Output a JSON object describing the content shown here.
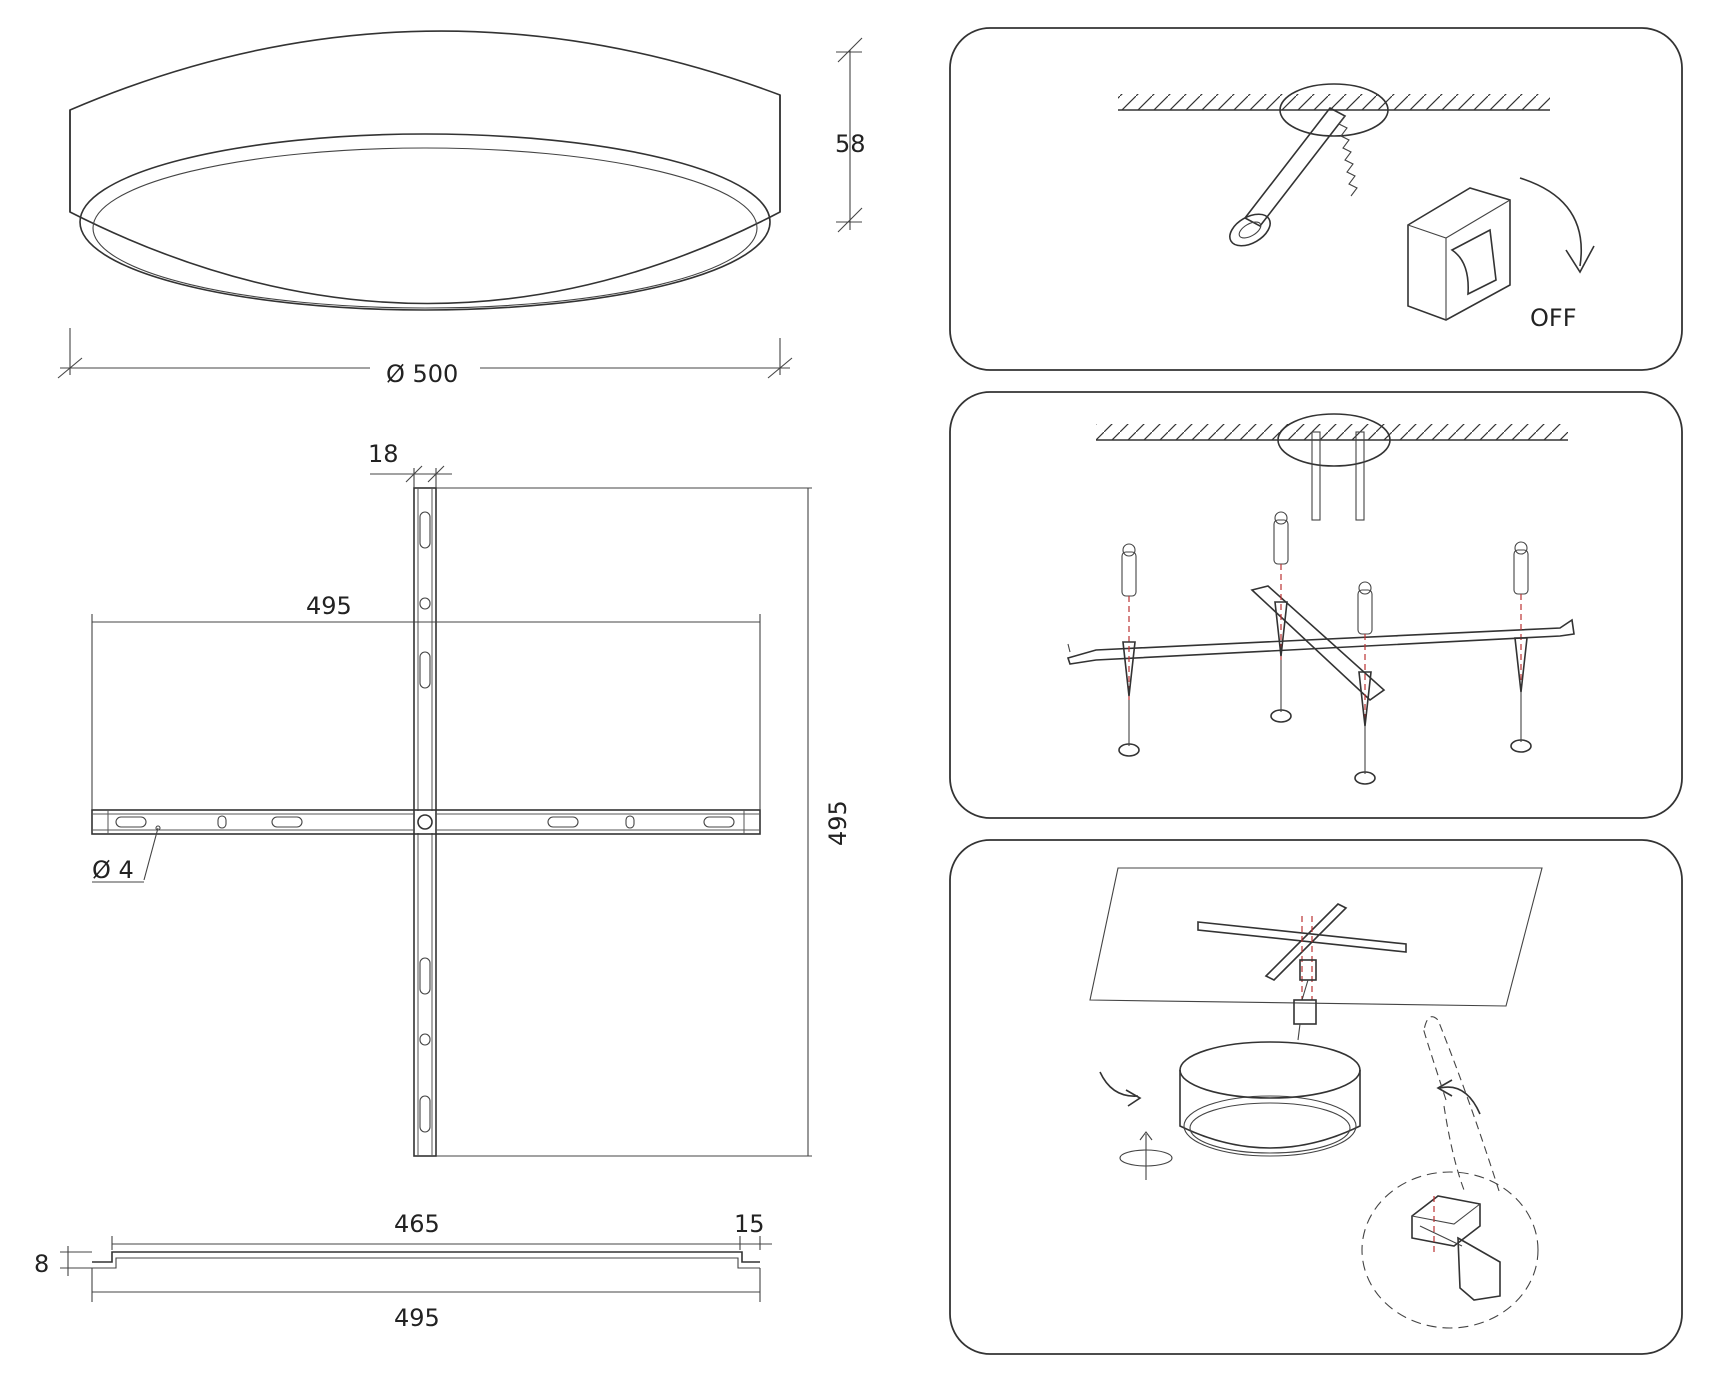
{
  "dimensions": {
    "height": "58",
    "diameter": "Ø 500",
    "bar_width": "18",
    "span_horizontal": "495",
    "span_vertical": "495",
    "hole": "Ø 4",
    "inner_length": "465",
    "end_offset": "15",
    "thickness": "8",
    "total_length": "495"
  },
  "steps": {
    "switch_label": "OFF"
  }
}
